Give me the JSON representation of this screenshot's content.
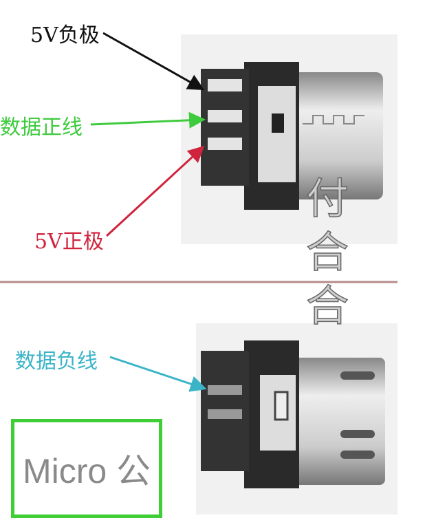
{
  "labels": {
    "neg5v": "5V负极",
    "data_pos": "数据正线",
    "pos5v": "5V正极",
    "data_neg": "数据负线"
  },
  "box_label": "Micro 公",
  "watermark": "付合合",
  "colors": {
    "neg5v": "#111111",
    "data_pos": "#3ecb3e",
    "pos5v": "#d0243e",
    "data_neg": "#3bb4c8",
    "box": "#3fce35",
    "divider": "#b88a8a"
  }
}
